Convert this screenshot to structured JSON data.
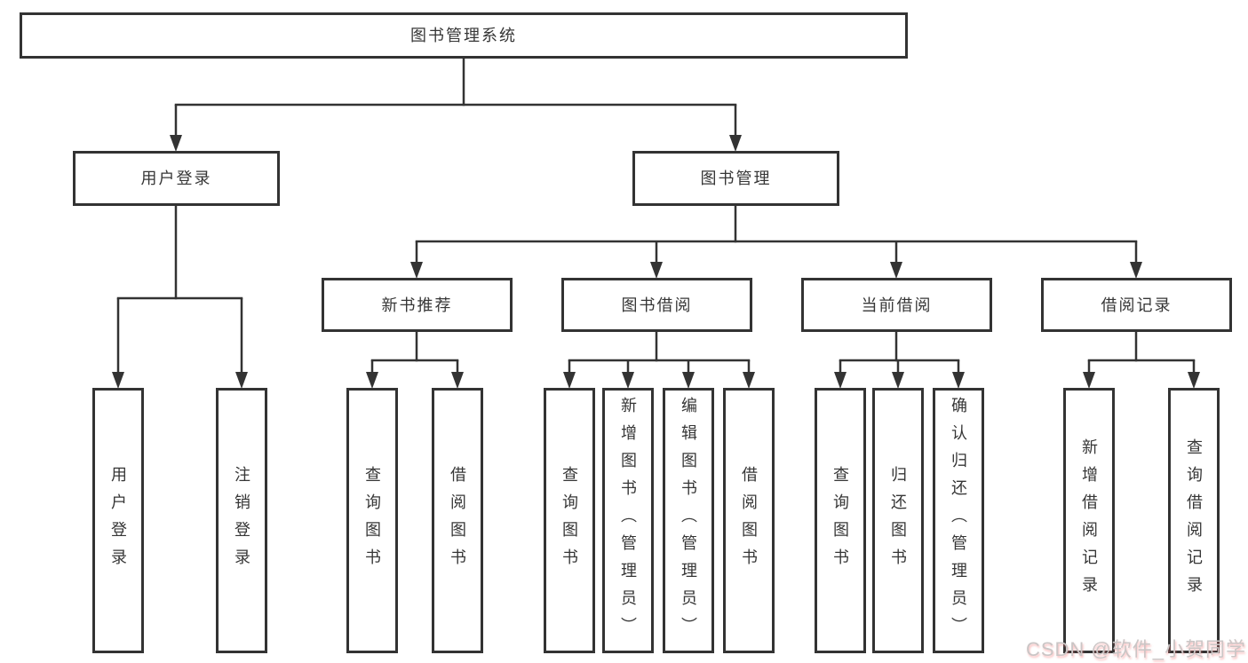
{
  "diagram": {
    "kind": "hierarchy-chart",
    "colors": {
      "background": "#ffffff",
      "box_border": "#333333",
      "connector": "#333333",
      "text": "#363636",
      "watermark": "#cac6c6"
    },
    "tree": {
      "root": "图书管理系统",
      "branches": [
        {
          "label": "用户登录",
          "children": [
            "用户登录",
            "注销登录"
          ]
        },
        {
          "label": "图书管理",
          "groups": [
            {
              "label": "新书推荐",
              "children": [
                "查询图书",
                "借阅图书"
              ]
            },
            {
              "label": "图书借阅",
              "children": [
                "查询图书",
                "新增图书（管理员）",
                "编辑图书（管理员）",
                "借阅图书"
              ]
            },
            {
              "label": "当前借阅",
              "children": [
                "查询图书",
                "归还图书",
                "确认归还（管理员）"
              ]
            },
            {
              "label": "借阅记录",
              "children": [
                "新增借阅记录",
                "查询借阅记录"
              ]
            }
          ]
        }
      ]
    },
    "watermark": {
      "text": "CSDN @软件_小贺同学"
    }
  }
}
